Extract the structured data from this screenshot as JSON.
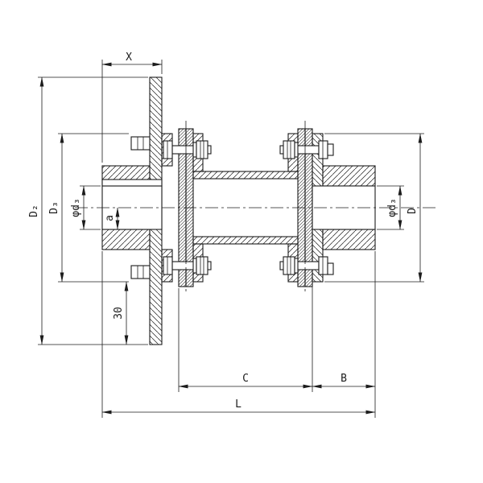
{
  "drawing": {
    "background": "#ffffff",
    "ink": "#1c1c1c"
  },
  "labels": {
    "top_width": "X",
    "left_flange_od": "D₂",
    "left_bolt_flange_od": "D₃",
    "left_bore": "φd₃",
    "keyway": "a",
    "plate_edge_offset": "30",
    "right_bore": "φd₃",
    "right_flange_od": "D",
    "spacer_length": "C",
    "right_hub_length": "B",
    "overall_length": "L"
  }
}
